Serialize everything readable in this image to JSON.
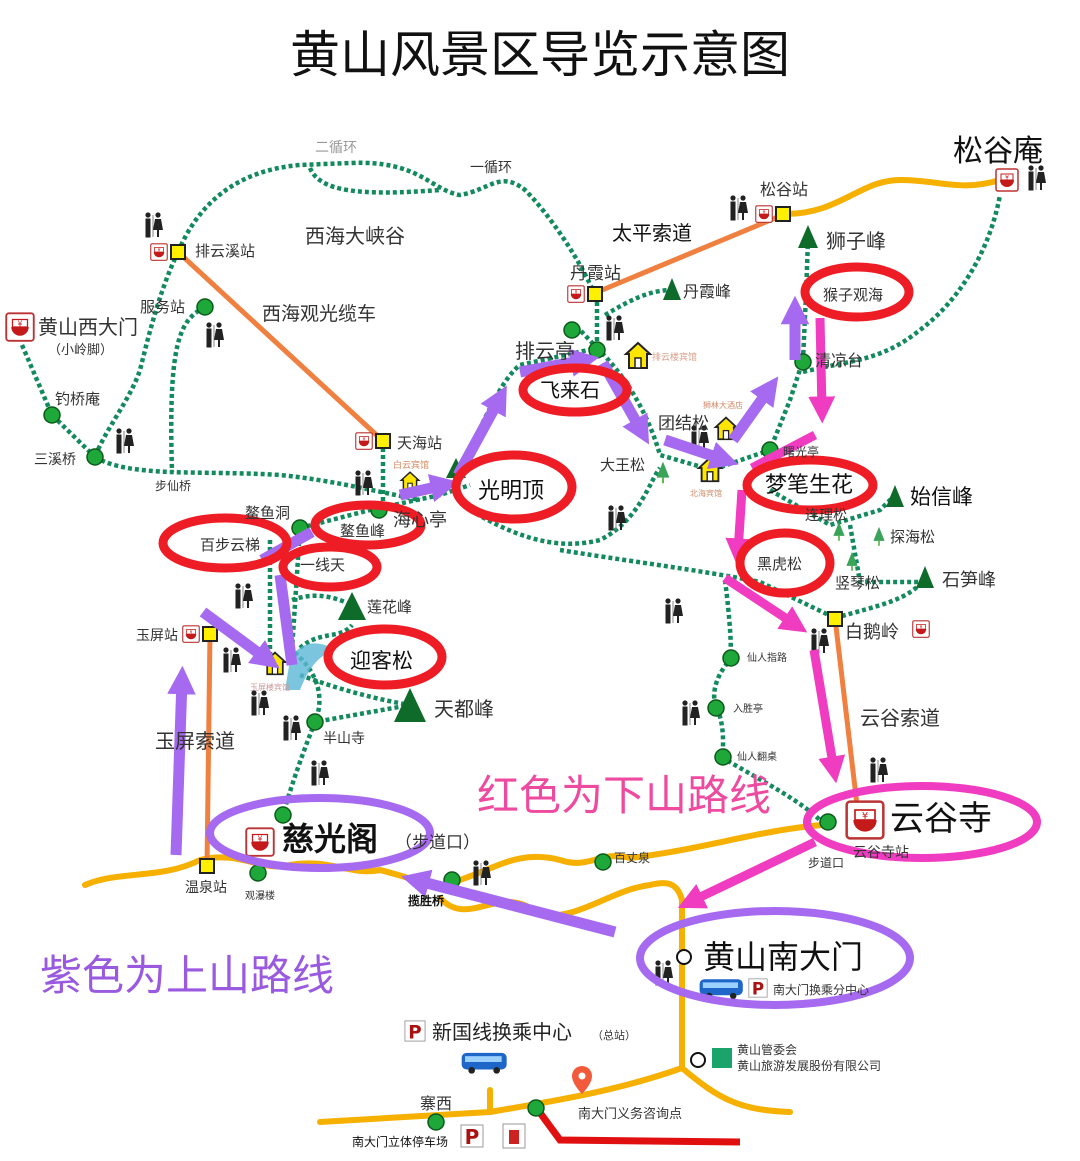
{
  "title": "黄山风景区导览示意图",
  "colors": {
    "trail": "#138a5e",
    "road": "#f5b000",
    "cableway": "#f08040",
    "uphill_route": "#a66af0",
    "downhill_route": "#f03cc0",
    "highlight_ring": "#ee1c24"
  },
  "legend": {
    "downhill": "红色为下山路线",
    "uphill": "紫色为上山路线"
  },
  "labels": {
    "loop2": "二循环",
    "loop1": "一循环",
    "xihai_canyon": "西海大峡谷",
    "paiyunxi_station": "排云溪站",
    "service_station": "服务站",
    "xihai_cable": "西海观光缆车",
    "west_gate": "黄山西大门",
    "west_gate_sub": "（小岭脚）",
    "diaoqiaoan": "钓桥庵",
    "sanxiqiao": "三溪桥",
    "buxianqiao": "步仙桥",
    "tianhai_station": "天海站",
    "baiyun_hotel": "白云宾馆",
    "aoyudong": "鳌鱼洞",
    "aoyufeng": "鳌鱼峰",
    "haixinting": "海心亭",
    "guangmingding": "光明顶",
    "baibuyunti": "百步云梯",
    "yixiantian": "一线天",
    "lianhuafeng": "莲花峰",
    "yingkesong": "迎客松",
    "yuping_station": "玉屏站",
    "yuping_hotel": "玉屏楼宾馆",
    "tiandufeng": "天都峰",
    "banshansi": "半山寺",
    "yuping_cable": "玉屏索道",
    "ciguangge": "慈光阁",
    "ciguangge_sub": "（步道口）",
    "wenquan_station": "温泉站",
    "guanpulou": "观瀑楼",
    "lanshengqiao": "揽胜桥",
    "baizhangquan": "百丈泉",
    "paiyunting": "排云亭",
    "danxia_station": "丹霞站",
    "taiping_cable": "太平索道",
    "songgu_station": "松谷站",
    "songguan": "松谷庵",
    "shizifeng": "狮子峰",
    "danxiafeng": "丹霞峰",
    "houziguanhai": "猴子观海",
    "paiyunlou_hotel": "排云楼宾馆",
    "qingliangtai": "清凉台",
    "feilaishi": "飞来石",
    "shilin_hotel": "狮林大酒店",
    "tuanjiesong": "团结松",
    "dawangsong": "大王松",
    "beihai_hotel": "北海宾馆",
    "shuguangting": "曙光亭",
    "mengbishenghua": "梦笔生花",
    "shixinfeng": "始信峰",
    "lianlisong": "连理松",
    "tanhaisong": "探海松",
    "heihusong": "黑虎松",
    "shuqinsong": "竖琴松",
    "shisunfeng": "石笋峰",
    "baieling": "白鹅岭",
    "xianrenzhilu": "仙人指路",
    "rushengting": "入胜亭",
    "xianrenfanzhuo": "仙人翻桌",
    "yungu_cable": "云谷索道",
    "yungusi": "云谷寺",
    "yungusi_station": "云谷寺站",
    "trailhead": "步道口",
    "south_gate": "黄山南大门",
    "south_transfer": "南大门换乘分中心",
    "xinguo_transfer": "新国线换乘中心",
    "xinguo_sub": "（总站）",
    "admin_committee": "黄山管委会",
    "tourism_company": "黄山旅游发展股份有限公司",
    "zhaixi": "寨西",
    "info_point": "南大门义务咨询点",
    "parking_garage": "南大门立体停车场",
    "parking_p": "P"
  }
}
